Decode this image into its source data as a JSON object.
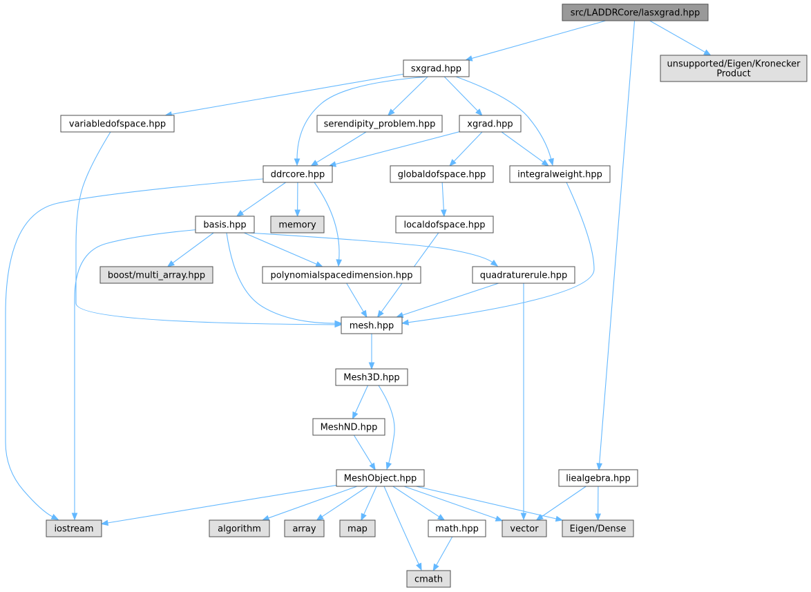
{
  "colors": {
    "root_fill": "#999999",
    "internal_fill": "#ffffff",
    "external_fill": "#e0e0e0",
    "border": "#4d4d4d",
    "edge": "#63b8ff"
  },
  "nodes": [
    {
      "id": "root",
      "lines": [
        "src/LADDRCore/lasxgrad.hpp"
      ],
      "kind": "root"
    },
    {
      "id": "sxgrad",
      "lines": [
        "sxgrad.hpp"
      ],
      "kind": "internal"
    },
    {
      "id": "kron",
      "lines": [
        "unsupported/Eigen/Kronecker",
        "Product"
      ],
      "kind": "external"
    },
    {
      "id": "vardof",
      "lines": [
        "variabledofspace.hpp"
      ],
      "kind": "internal"
    },
    {
      "id": "serend",
      "lines": [
        "serendipity_problem.hpp"
      ],
      "kind": "internal"
    },
    {
      "id": "xgrad",
      "lines": [
        "xgrad.hpp"
      ],
      "kind": "internal"
    },
    {
      "id": "ddrcore",
      "lines": [
        "ddrcore.hpp"
      ],
      "kind": "internal"
    },
    {
      "id": "globaldof",
      "lines": [
        "globaldofspace.hpp"
      ],
      "kind": "internal"
    },
    {
      "id": "intweight",
      "lines": [
        "integralweight.hpp"
      ],
      "kind": "internal"
    },
    {
      "id": "basis",
      "lines": [
        "basis.hpp"
      ],
      "kind": "internal"
    },
    {
      "id": "memory",
      "lines": [
        "memory"
      ],
      "kind": "external"
    },
    {
      "id": "localdof",
      "lines": [
        "localdofspace.hpp"
      ],
      "kind": "internal"
    },
    {
      "id": "boostma",
      "lines": [
        "boost/multi_array.hpp"
      ],
      "kind": "external"
    },
    {
      "id": "polydim",
      "lines": [
        "polynomialspacedimension.hpp"
      ],
      "kind": "internal"
    },
    {
      "id": "quadrule",
      "lines": [
        "quadraturerule.hpp"
      ],
      "kind": "internal"
    },
    {
      "id": "mesh",
      "lines": [
        "mesh.hpp"
      ],
      "kind": "internal"
    },
    {
      "id": "mesh3d",
      "lines": [
        "Mesh3D.hpp"
      ],
      "kind": "internal"
    },
    {
      "id": "meshnd",
      "lines": [
        "MeshND.hpp"
      ],
      "kind": "internal"
    },
    {
      "id": "meshobj",
      "lines": [
        "MeshObject.hpp"
      ],
      "kind": "internal"
    },
    {
      "id": "liealg",
      "lines": [
        "liealgebra.hpp"
      ],
      "kind": "internal"
    },
    {
      "id": "iostream",
      "lines": [
        "iostream"
      ],
      "kind": "external"
    },
    {
      "id": "algorithm",
      "lines": [
        "algorithm"
      ],
      "kind": "external"
    },
    {
      "id": "array",
      "lines": [
        "array"
      ],
      "kind": "external"
    },
    {
      "id": "map",
      "lines": [
        "map"
      ],
      "kind": "external"
    },
    {
      "id": "mathhpp",
      "lines": [
        "math.hpp"
      ],
      "kind": "internal"
    },
    {
      "id": "vector",
      "lines": [
        "vector"
      ],
      "kind": "external"
    },
    {
      "id": "eigendense",
      "lines": [
        "Eigen/Dense"
      ],
      "kind": "external"
    },
    {
      "id": "cmath",
      "lines": [
        "cmath"
      ],
      "kind": "external"
    }
  ],
  "edges": [
    [
      "root",
      "sxgrad"
    ],
    [
      "root",
      "kron"
    ],
    [
      "root",
      "liealg"
    ],
    [
      "sxgrad",
      "vardof"
    ],
    [
      "sxgrad",
      "ddrcore"
    ],
    [
      "sxgrad",
      "serend"
    ],
    [
      "sxgrad",
      "xgrad"
    ],
    [
      "sxgrad",
      "intweight"
    ],
    [
      "vardof",
      "mesh"
    ],
    [
      "serend",
      "ddrcore"
    ],
    [
      "xgrad",
      "ddrcore"
    ],
    [
      "xgrad",
      "globaldof"
    ],
    [
      "xgrad",
      "intweight"
    ],
    [
      "ddrcore",
      "iostream"
    ],
    [
      "ddrcore",
      "basis"
    ],
    [
      "ddrcore",
      "memory"
    ],
    [
      "ddrcore",
      "polydim"
    ],
    [
      "globaldof",
      "localdof"
    ],
    [
      "intweight",
      "mesh"
    ],
    [
      "basis",
      "iostream"
    ],
    [
      "basis",
      "boostma"
    ],
    [
      "basis",
      "mesh"
    ],
    [
      "basis",
      "polydim"
    ],
    [
      "basis",
      "quadrule"
    ],
    [
      "localdof",
      "mesh"
    ],
    [
      "polydim",
      "mesh"
    ],
    [
      "quadrule",
      "mesh"
    ],
    [
      "quadrule",
      "vector"
    ],
    [
      "mesh",
      "mesh3d"
    ],
    [
      "mesh3d",
      "meshnd"
    ],
    [
      "mesh3d",
      "meshobj"
    ],
    [
      "meshnd",
      "meshobj"
    ],
    [
      "meshobj",
      "iostream"
    ],
    [
      "meshobj",
      "algorithm"
    ],
    [
      "meshobj",
      "array"
    ],
    [
      "meshobj",
      "map"
    ],
    [
      "meshobj",
      "cmath"
    ],
    [
      "meshobj",
      "mathhpp"
    ],
    [
      "meshobj",
      "vector"
    ],
    [
      "meshobj",
      "eigendense"
    ],
    [
      "liealg",
      "vector"
    ],
    [
      "liealg",
      "eigendense"
    ],
    [
      "mathhpp",
      "cmath"
    ]
  ]
}
